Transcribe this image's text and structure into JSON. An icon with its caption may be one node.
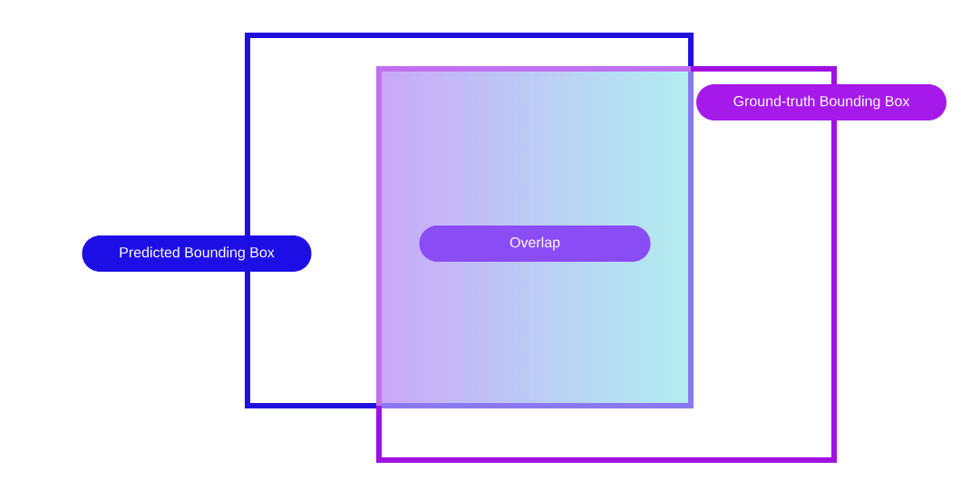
{
  "diagram": {
    "nodes": [
      {
        "text": [
          "Ground-truth Bounding Box"
        ]
      },
      {
        "text": [
          "Predicted Bounding Box"
        ]
      },
      {
        "text": [
          "Overlap"
        ]
      }
    ]
  }
}
